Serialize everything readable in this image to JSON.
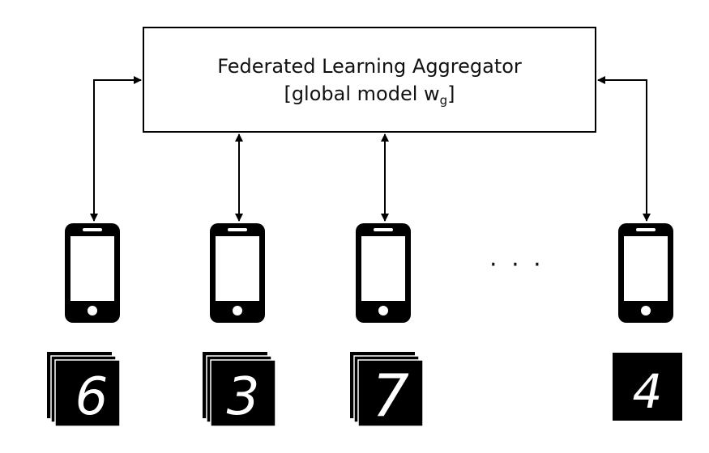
{
  "aggregator": {
    "title": "Federated Learning Aggregator",
    "subtitle_prefix": "[global model ",
    "model_symbol": "w",
    "model_subscript": "g",
    "subtitle_suffix": "]"
  },
  "ellipsis": "· · ·",
  "clients": [
    {
      "digit": "6",
      "stacked": true
    },
    {
      "digit": "3",
      "stacked": true
    },
    {
      "digit": "7",
      "stacked": true
    },
    {
      "digit": "4",
      "stacked": false
    }
  ],
  "colors": {
    "line": "#000000",
    "digit_bg": "#000000",
    "digit_fg": "#ffffff"
  }
}
